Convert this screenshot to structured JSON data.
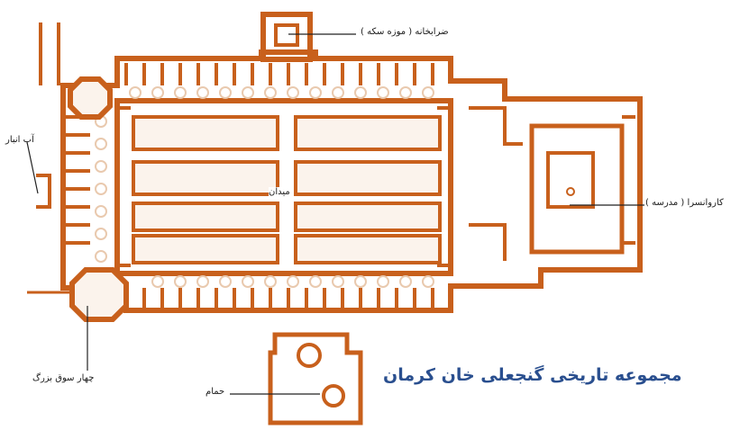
{
  "title": "مجموعه تاریخی گنجعلی خان کرمان",
  "labels": {
    "mint": "ضرابخانه ( موزه سکه )",
    "ab_anbar": "آب انبار",
    "square": "میدان",
    "caravanserai": "کاروانسرا ( مدرسه )",
    "chaharsuq": "چهار سوق بزرگ",
    "bath": "حمام"
  },
  "colors": {
    "wall": "#c8601c",
    "fill": "#fbf3ec",
    "title": "#2a4f8f",
    "leader": "#222222"
  }
}
